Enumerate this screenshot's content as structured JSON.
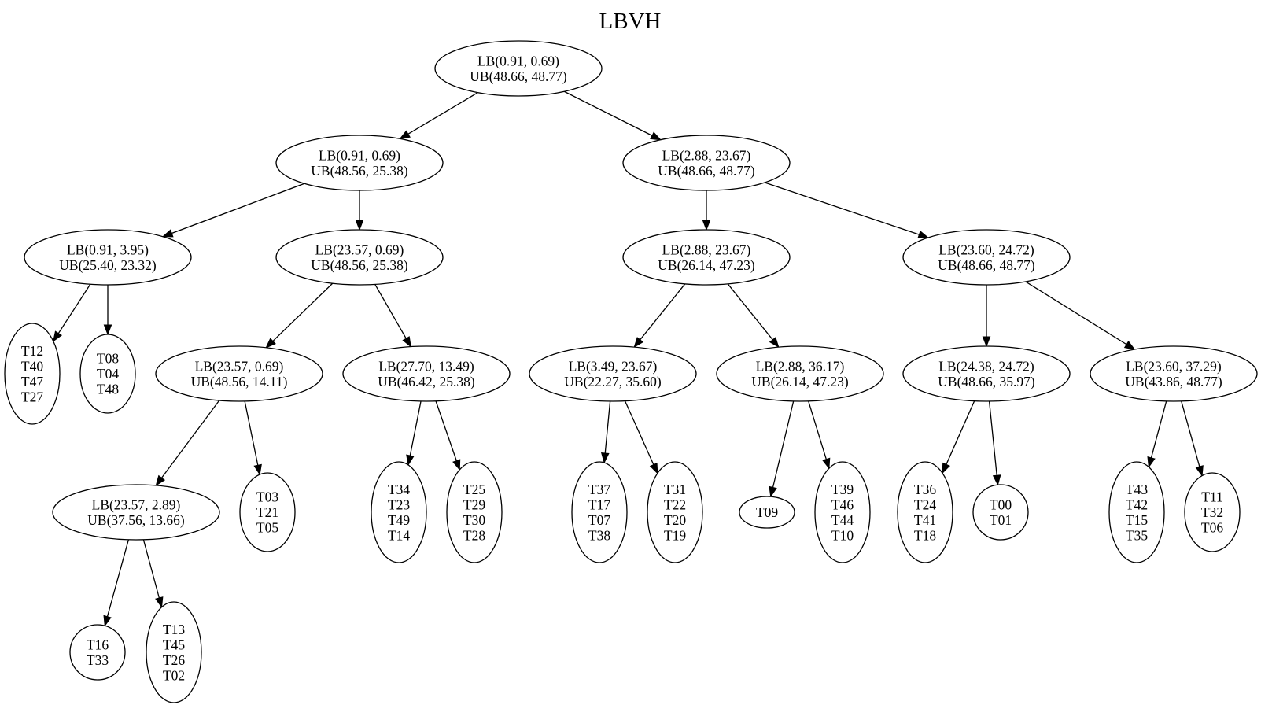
{
  "title": "LBVH",
  "nodes": [
    {
      "id": "root",
      "lines": [
        "LB(0.91, 0.69)",
        "UB(48.66, 48.77)"
      ]
    },
    {
      "id": "n_l",
      "lines": [
        "LB(0.91, 0.69)",
        "UB(48.56, 25.38)"
      ]
    },
    {
      "id": "n_r",
      "lines": [
        "LB(2.88, 23.67)",
        "UB(48.66, 48.77)"
      ]
    },
    {
      "id": "n_ll",
      "lines": [
        "LB(0.91, 3.95)",
        "UB(25.40, 23.32)"
      ]
    },
    {
      "id": "n_lr",
      "lines": [
        "LB(23.57, 0.69)",
        "UB(48.56, 25.38)"
      ]
    },
    {
      "id": "n_rl",
      "lines": [
        "LB(2.88, 23.67)",
        "UB(26.14, 47.23)"
      ]
    },
    {
      "id": "n_rr",
      "lines": [
        "LB(23.60, 24.72)",
        "UB(48.66, 48.77)"
      ]
    },
    {
      "id": "leaf_a",
      "lines": [
        "T12",
        "T40",
        "T47",
        "T27"
      ]
    },
    {
      "id": "leaf_b",
      "lines": [
        "T08",
        "T04",
        "T48"
      ]
    },
    {
      "id": "n_lrl",
      "lines": [
        "LB(23.57, 0.69)",
        "UB(48.56, 14.11)"
      ]
    },
    {
      "id": "n_lrr",
      "lines": [
        "LB(27.70, 13.49)",
        "UB(46.42, 25.38)"
      ]
    },
    {
      "id": "n_rll",
      "lines": [
        "LB(3.49, 23.67)",
        "UB(22.27, 35.60)"
      ]
    },
    {
      "id": "n_rlr",
      "lines": [
        "LB(2.88, 36.17)",
        "UB(26.14, 47.23)"
      ]
    },
    {
      "id": "n_rrl",
      "lines": [
        "LB(24.38, 24.72)",
        "UB(48.66, 35.97)"
      ]
    },
    {
      "id": "n_rrr",
      "lines": [
        "LB(23.60, 37.29)",
        "UB(43.86, 48.77)"
      ]
    },
    {
      "id": "n_lrll",
      "lines": [
        "LB(23.57, 2.89)",
        "UB(37.56, 13.66)"
      ]
    },
    {
      "id": "leaf_c",
      "lines": [
        "T03",
        "T21",
        "T05"
      ]
    },
    {
      "id": "leaf_d",
      "lines": [
        "T34",
        "T23",
        "T49",
        "T14"
      ]
    },
    {
      "id": "leaf_e",
      "lines": [
        "T25",
        "T29",
        "T30",
        "T28"
      ]
    },
    {
      "id": "leaf_f",
      "lines": [
        "T37",
        "T17",
        "T07",
        "T38"
      ]
    },
    {
      "id": "leaf_g",
      "lines": [
        "T31",
        "T22",
        "T20",
        "T19"
      ]
    },
    {
      "id": "leaf_h",
      "lines": [
        "T09"
      ]
    },
    {
      "id": "leaf_i",
      "lines": [
        "T39",
        "T46",
        "T44",
        "T10"
      ]
    },
    {
      "id": "leaf_j",
      "lines": [
        "T36",
        "T24",
        "T41",
        "T18"
      ]
    },
    {
      "id": "leaf_k",
      "lines": [
        "T00",
        "T01"
      ]
    },
    {
      "id": "leaf_l",
      "lines": [
        "T43",
        "T42",
        "T15",
        "T35"
      ]
    },
    {
      "id": "leaf_m",
      "lines": [
        "T11",
        "T32",
        "T06"
      ]
    },
    {
      "id": "leaf_n",
      "lines": [
        "T16",
        "T33"
      ]
    },
    {
      "id": "leaf_o",
      "lines": [
        "T13",
        "T45",
        "T26",
        "T02"
      ]
    }
  ],
  "edges": [
    [
      "root",
      "n_l"
    ],
    [
      "root",
      "n_r"
    ],
    [
      "n_l",
      "n_ll"
    ],
    [
      "n_l",
      "n_lr"
    ],
    [
      "n_r",
      "n_rl"
    ],
    [
      "n_r",
      "n_rr"
    ],
    [
      "n_ll",
      "leaf_a"
    ],
    [
      "n_ll",
      "leaf_b"
    ],
    [
      "n_lr",
      "n_lrl"
    ],
    [
      "n_lr",
      "n_lrr"
    ],
    [
      "n_rl",
      "n_rll"
    ],
    [
      "n_rl",
      "n_rlr"
    ],
    [
      "n_rr",
      "n_rrl"
    ],
    [
      "n_rr",
      "n_rrr"
    ],
    [
      "n_lrl",
      "n_lrll"
    ],
    [
      "n_lrl",
      "leaf_c"
    ],
    [
      "n_lrr",
      "leaf_d"
    ],
    [
      "n_lrr",
      "leaf_e"
    ],
    [
      "n_rll",
      "leaf_f"
    ],
    [
      "n_rll",
      "leaf_g"
    ],
    [
      "n_rlr",
      "leaf_h"
    ],
    [
      "n_rlr",
      "leaf_i"
    ],
    [
      "n_rrl",
      "leaf_j"
    ],
    [
      "n_rrl",
      "leaf_k"
    ],
    [
      "n_rrr",
      "leaf_l"
    ],
    [
      "n_rrr",
      "leaf_m"
    ],
    [
      "n_lrll",
      "leaf_n"
    ],
    [
      "n_lrll",
      "leaf_o"
    ]
  ]
}
